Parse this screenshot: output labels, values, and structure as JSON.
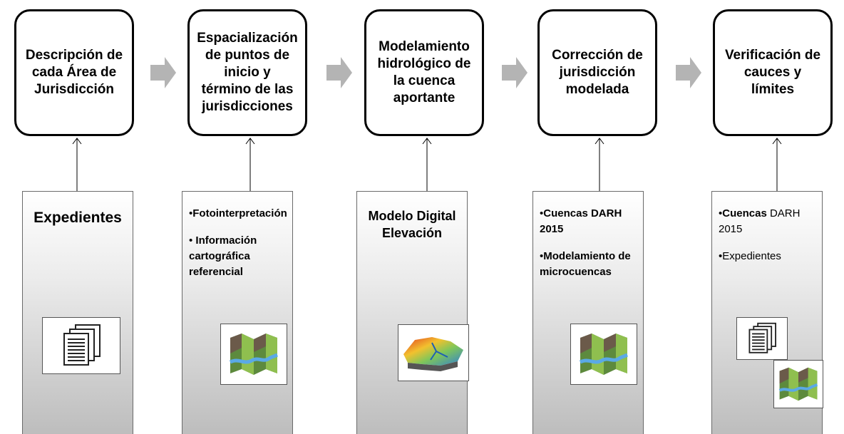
{
  "steps": [
    {
      "title": "Descripción de\ncada Área de\nJurisdicción"
    },
    {
      "title": "Espacialización\nde puntos de\ninicio y\ntérmino de las\njurisdicciones"
    },
    {
      "title": "Modelamiento\nhidrológico de\nla cuenca\naportante"
    },
    {
      "title": "Corrección de\njurisdicción\nmodelada"
    },
    {
      "title": "Verificación de\ncauces y\nlímites"
    }
  ],
  "inputs": [
    {
      "title": "Expedientes",
      "icons": [
        "documents-icon"
      ]
    },
    {
      "items": [
        {
          "bullet": "•",
          "bold": "Fotointerpretación",
          "rest": ""
        },
        {
          "bullet": "• ",
          "bold": "Información\ncartográfica\nreferencial",
          "rest": ""
        }
      ],
      "icons": [
        "map-icon"
      ]
    },
    {
      "title": "Modelo Digital\nElevación",
      "icons": [
        "elevation-model-icon"
      ]
    },
    {
      "items": [
        {
          "bullet": "•",
          "bold": "Cuencas DARH\n2015",
          "rest": ""
        },
        {
          "bullet": "•",
          "bold": "Modelamiento de\nmicrocuencas",
          "rest": ""
        }
      ],
      "icons": [
        "map-icon"
      ]
    },
    {
      "items": [
        {
          "bullet": "•",
          "bold": "Cuencas",
          "rest": " DARH\n2015"
        },
        {
          "bullet": "•",
          "bold": "",
          "rest": "Expedientes"
        }
      ],
      "icons": [
        "documents-icon",
        "map-icon"
      ]
    }
  ],
  "colors": {
    "arrow": "#b4b4b4",
    "connector": "#000000",
    "box_border": "#6a6a6a"
  }
}
